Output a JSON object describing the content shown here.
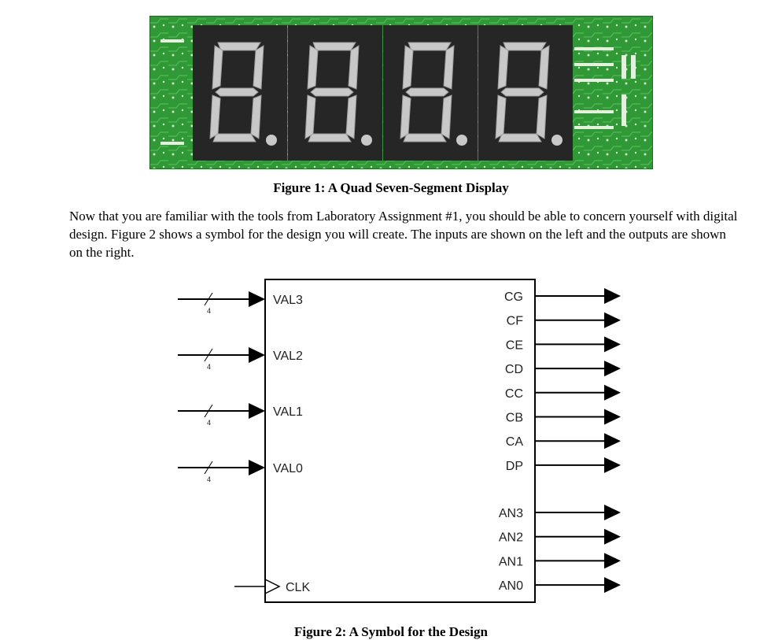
{
  "figure1": {
    "caption": "Figure 1: A Quad Seven-Segment Display",
    "digits": 4,
    "board_color": "#2f9a35",
    "display_color": "#262626",
    "segment_color": "#c8c8c8"
  },
  "paragraph": "Now that you are familiar with the tools from Laboratory Assignment #1, you should be able to concern yourself with digital design. Figure 2 shows a symbol for the design you will create. The inputs are shown on the left and the outputs are shown on the right.",
  "figure2": {
    "caption": "Figure 2: A Symbol for the Design",
    "inputs": [
      {
        "label": "VAL3",
        "width": "4"
      },
      {
        "label": "VAL2",
        "width": "4"
      },
      {
        "label": "VAL1",
        "width": "4"
      },
      {
        "label": "VAL0",
        "width": "4"
      }
    ],
    "clock": {
      "label": "CLK"
    },
    "segment_outputs": [
      "CG",
      "CF",
      "CE",
      "CD",
      "CC",
      "CB",
      "CA",
      "DP"
    ],
    "anode_outputs": [
      "AN3",
      "AN2",
      "AN1",
      "AN0"
    ]
  }
}
